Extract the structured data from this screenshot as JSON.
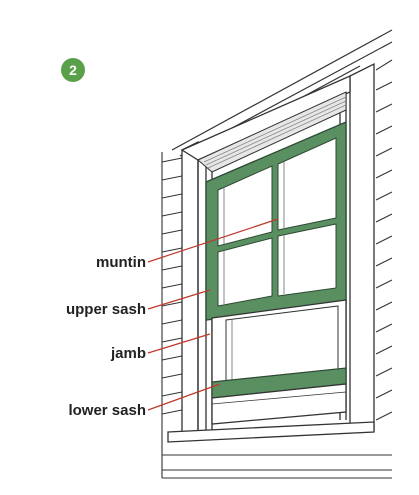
{
  "step": {
    "number": "2"
  },
  "labels": {
    "muntin": "muntin",
    "upper_sash": "upper sash",
    "jamb": "jamb",
    "lower_sash": "lower sash"
  },
  "colors": {
    "sash_green": "#5a8f62",
    "sash_dark": "#3f6b47",
    "badge_green": "#5aa04a",
    "leader_red": "#c0392b",
    "line": "#333333"
  }
}
